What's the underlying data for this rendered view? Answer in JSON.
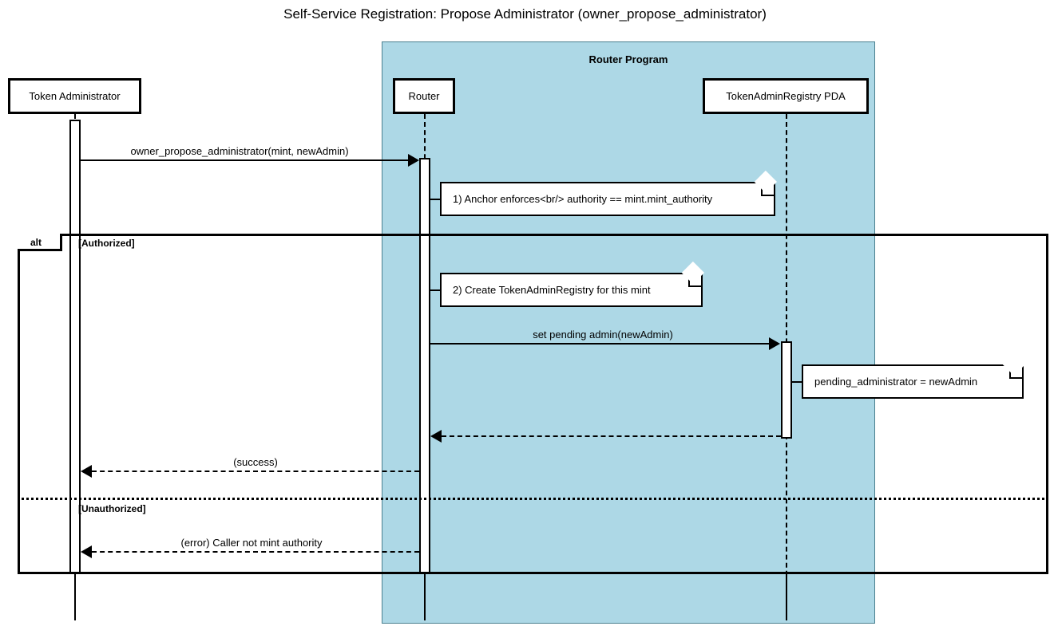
{
  "diagram": {
    "type": "sequence-diagram",
    "title": "Self-Service Registration: Propose Administrator (owner_propose_administrator)",
    "colors": {
      "group_fill": "#add8e6",
      "group_border": "#4a7f8f",
      "line": "#000000",
      "note_fill": "#ffffff",
      "participant_fill": "#ffffff",
      "background": "#ffffff"
    }
  },
  "group": {
    "label": "Router Program"
  },
  "participants": [
    {
      "id": "token-administrator",
      "label": "Token Administrator"
    },
    {
      "id": "router",
      "label": "Router"
    },
    {
      "id": "token-admin-registry-pda",
      "label": "TokenAdminRegistry PDA"
    }
  ],
  "messages": [
    {
      "id": "msg-owner-propose-administrator",
      "label": "owner_propose_administrator(mint, newAdmin)",
      "from": "token-administrator",
      "to": "router",
      "style": "solid",
      "direction": "right"
    },
    {
      "id": "msg-set-pending-admin",
      "label": "set pending admin(newAdmin)",
      "from": "router",
      "to": "token-admin-registry-pda",
      "style": "solid",
      "direction": "right"
    },
    {
      "id": "msg-pda-return",
      "label": "",
      "from": "token-admin-registry-pda",
      "to": "router",
      "style": "dashed",
      "direction": "left"
    },
    {
      "id": "msg-success",
      "label": "(success)",
      "from": "router",
      "to": "token-administrator",
      "style": "dashed",
      "direction": "left"
    },
    {
      "id": "msg-error",
      "label": "(error) Caller not mint authority",
      "from": "router",
      "to": "token-administrator",
      "style": "dashed",
      "direction": "left"
    }
  ],
  "notes": [
    {
      "id": "note-anchor-enforces",
      "text": "1) Anchor enforces<br/> authority == mint.mint_authority",
      "attached_to": "router"
    },
    {
      "id": "note-create-registry",
      "text": "2) Create TokenAdminRegistry for this mint",
      "attached_to": "router"
    },
    {
      "id": "note-pending-administrator",
      "text": "pending_administrator = newAdmin",
      "attached_to": "token-admin-registry-pda"
    }
  ],
  "fragment": {
    "id": "alt-fragment",
    "operator": "alt",
    "branches": [
      {
        "guard": "[Authorized]"
      },
      {
        "guard": "[Unauthorized]"
      }
    ]
  }
}
